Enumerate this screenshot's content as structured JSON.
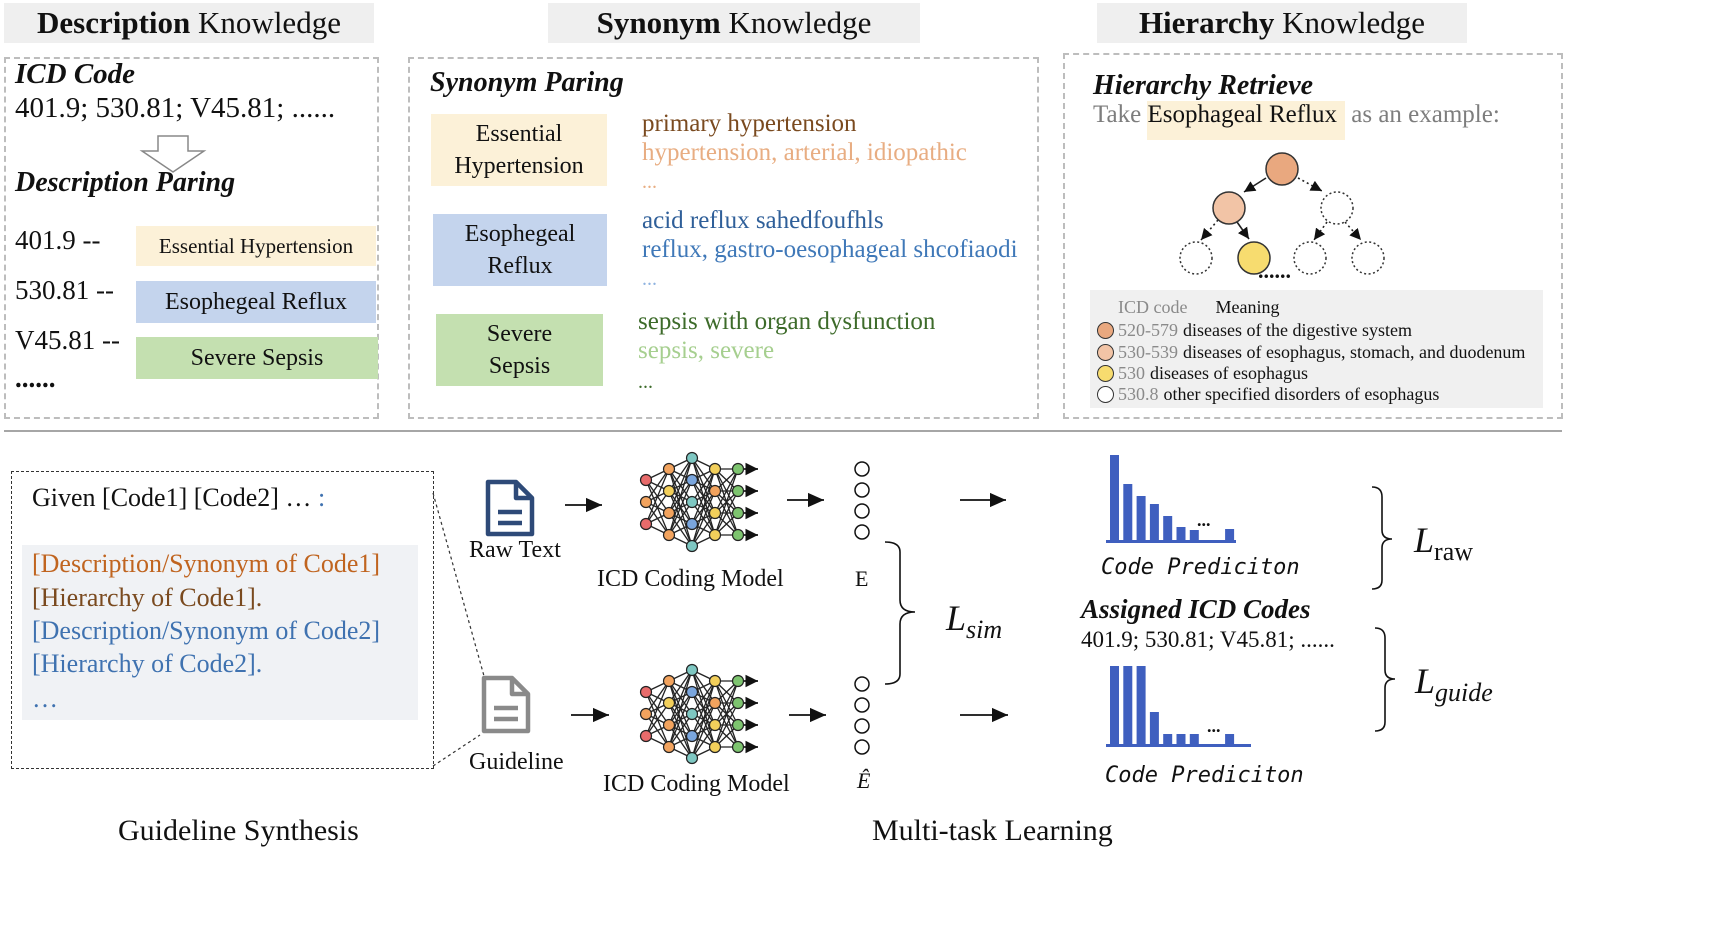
{
  "description_panel": {
    "header_bold": "Description",
    "header_rest": " Knowledge",
    "icd_code_title": "ICD Code",
    "codes_line": "401.9; 530.81; V45.81; ......",
    "paring_title": "Description Paring",
    "rows": [
      {
        "code": "401.9 --",
        "label": "Essential Hypertension"
      },
      {
        "code": "530.81 --",
        "label": "Esophegeal Reflux"
      },
      {
        "code": "V45.81 --",
        "label": "Severe Sepsis"
      }
    ],
    "ellipsis": "......"
  },
  "synonym_panel": {
    "header_bold": "Synonym",
    "header_rest": " Knowledge",
    "title": "Synonym Paring",
    "groups": [
      {
        "box": "Essential Hypertension",
        "lines": [
          "primary hypertension",
          "hypertension, arterial, idiopathic",
          "..."
        ]
      },
      {
        "box": "Esophegeal Reflux",
        "lines": [
          "acid reflux sahedfoufhls",
          "reflux, gastro-oesophageal shcofiaodi",
          "..."
        ]
      },
      {
        "box": "Severe Sepsis",
        "lines": [
          "sepsis with organ dysfunction",
          "sepsis, severe",
          "..."
        ]
      }
    ]
  },
  "hierarchy_panel": {
    "header_bold": "Hierarchy",
    "header_rest": " Knowledge",
    "title": "Hierarchy Retrieve",
    "take_prefix": "Take ",
    "take_highlight": "Esophageal Reflux",
    "take_suffix": " as an example:",
    "tree_ellipsis": "......",
    "legend_header_code": "ICD code",
    "legend_header_meaning": "Meaning",
    "legend": [
      {
        "code": "520-579",
        "meaning": "diseases of the digestive system",
        "color": "#e9a87f"
      },
      {
        "code": "530-539",
        "meaning": "diseases of esophagus, stomach, and duodenum",
        "color": "#f2c4a6"
      },
      {
        "code": "530",
        "meaning": "diseases of esophagus",
        "color": "#f7dc6f"
      },
      {
        "code": "530.8",
        "meaning": "other specified disorders of esophagus",
        "color": "#ffffff"
      }
    ]
  },
  "guideline": {
    "given_text": "Given [Code1] [Code2] …",
    "given_colon": ":",
    "lines": [
      {
        "text": "[Description/Synonym of Code1]",
        "color": "#c0641f"
      },
      {
        "text": "[Hierarchy of Code1].",
        "color": "#7a4a1f"
      },
      {
        "text": "[Description/Synonym of Code2]",
        "color": "#3f72b0"
      },
      {
        "text": "[Hierarchy of Code2].",
        "color": "#3f72b0"
      },
      {
        "text": "…",
        "color": "#3f72b0"
      }
    ],
    "caption": "Guideline Synthesis"
  },
  "multitask": {
    "raw_text_label": "Raw Text",
    "guideline_label": "Guideline",
    "model_label_top": "ICD Coding Model",
    "model_label_bottom": "ICD Coding Model",
    "e_label": "E",
    "e_hat_label": "Ê",
    "l_sim": "L",
    "l_sim_sub": "sim",
    "code_prediction_top": "Code Prediciton",
    "code_prediction_bottom": "Code Prediciton",
    "assigned_title": "Assigned ICD Codes",
    "assigned_codes": "401.9; 530.81; V45.81; ......",
    "l_raw": "L",
    "l_raw_sub": "raw",
    "l_guide": "L",
    "l_guide_sub": "guide",
    "bar_ellipsis_top": "...",
    "bar_ellipsis_bottom": "...",
    "caption": "Multi-task Learning"
  },
  "colors": {
    "bar_blue": "#3f5fbf",
    "nn_red": "#e86b6b",
    "nn_orange": "#f2a35e",
    "nn_yellow": "#f2cf5b",
    "nn_teal": "#7ec7c2",
    "nn_blue": "#7aa6de",
    "nn_green": "#7dc46f",
    "doc_blue": "#2e4a78",
    "doc_gray": "#8a8a8a"
  }
}
